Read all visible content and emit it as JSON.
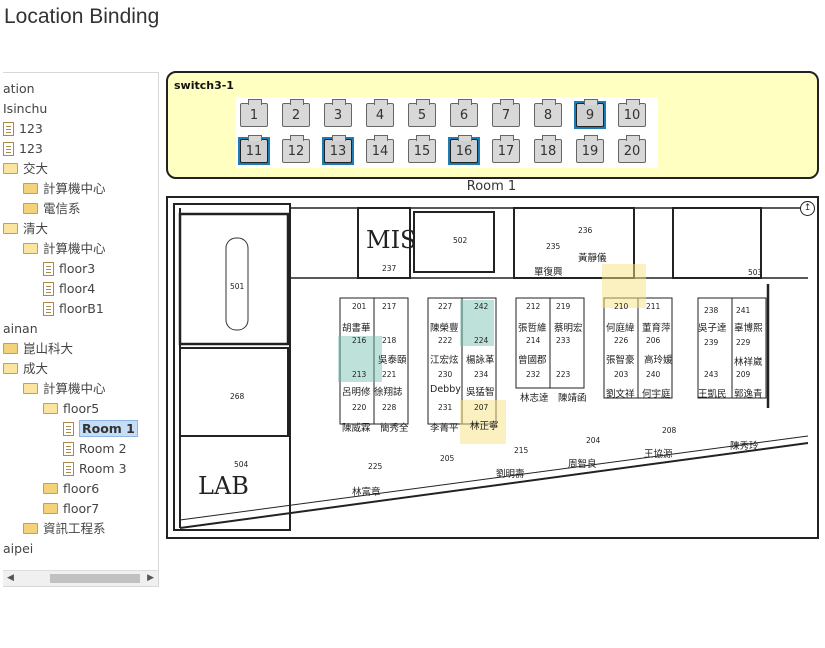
{
  "page": {
    "title": "Location Binding"
  },
  "tree": {
    "nodes": [
      {
        "label": "ation",
        "icon": "none",
        "level": 0
      },
      {
        "label": "Isinchu",
        "icon": "none",
        "level": 0
      },
      {
        "label": "123",
        "icon": "doc",
        "level": 0
      },
      {
        "label": "123",
        "icon": "doc",
        "level": 0
      },
      {
        "label": "交大",
        "icon": "folder-open",
        "level": 0
      },
      {
        "label": "計算機中心",
        "icon": "folder",
        "level": 1
      },
      {
        "label": "電信系",
        "icon": "folder",
        "level": 1
      },
      {
        "label": "清大",
        "icon": "folder-open",
        "level": 0
      },
      {
        "label": "計算機中心",
        "icon": "folder-open",
        "level": 1
      },
      {
        "label": "floor3",
        "icon": "doc",
        "level": 2
      },
      {
        "label": "floor4",
        "icon": "doc",
        "level": 2
      },
      {
        "label": "floorB1",
        "icon": "doc",
        "level": 2
      },
      {
        "label": "ainan",
        "icon": "none",
        "level": 0
      },
      {
        "label": "崑山科大",
        "icon": "folder",
        "level": 0
      },
      {
        "label": "成大",
        "icon": "folder-open",
        "level": 0
      },
      {
        "label": "計算機中心",
        "icon": "folder-open",
        "level": 1
      },
      {
        "label": "floor5",
        "icon": "folder-open",
        "level": 2
      },
      {
        "label": "Room 1",
        "icon": "doc",
        "level": 3,
        "selected": true
      },
      {
        "label": "Room 2",
        "icon": "doc",
        "level": 3
      },
      {
        "label": "Room 3",
        "icon": "doc",
        "level": 3
      },
      {
        "label": "floor6",
        "icon": "folder",
        "level": 2
      },
      {
        "label": "floor7",
        "icon": "folder",
        "level": 2
      },
      {
        "label": "資訊工程系",
        "icon": "folder",
        "level": 1
      },
      {
        "label": "aipei",
        "icon": "none",
        "level": 0
      }
    ]
  },
  "switch": {
    "name": "switch3-1",
    "ports": [
      {
        "n": "1",
        "active": false
      },
      {
        "n": "2",
        "active": false
      },
      {
        "n": "3",
        "active": false
      },
      {
        "n": "4",
        "active": false
      },
      {
        "n": "5",
        "active": false
      },
      {
        "n": "6",
        "active": false
      },
      {
        "n": "7",
        "active": false
      },
      {
        "n": "8",
        "active": false
      },
      {
        "n": "9",
        "active": true
      },
      {
        "n": "10",
        "active": false
      },
      {
        "n": "11",
        "active": true
      },
      {
        "n": "12",
        "active": false
      },
      {
        "n": "13",
        "active": true
      },
      {
        "n": "14",
        "active": false
      },
      {
        "n": "15",
        "active": false
      },
      {
        "n": "16",
        "active": true
      },
      {
        "n": "17",
        "active": false
      },
      {
        "n": "18",
        "active": false
      },
      {
        "n": "19",
        "active": false
      },
      {
        "n": "20",
        "active": false
      }
    ]
  },
  "room": {
    "title": "Room 1"
  },
  "floorplan": {
    "big_labels": [
      "MIS",
      "LAB"
    ],
    "room_numbers": [
      "501",
      "237",
      "502",
      "235",
      "236",
      "503",
      "268",
      "504",
      "201",
      "217",
      "227",
      "242",
      "212",
      "219",
      "210",
      "211",
      "238",
      "241",
      "216",
      "218",
      "222",
      "224",
      "214",
      "233",
      "226",
      "206",
      "239",
      "229",
      "213",
      "221",
      "230",
      "234",
      "232",
      "223",
      "203",
      "240",
      "243",
      "209",
      "220",
      "228",
      "231",
      "207",
      "225",
      "205",
      "215",
      "204",
      "208"
    ],
    "names": [
      "胡書華",
      "陳榮豐",
      "張哲維",
      "蔡明宏",
      "何庭緯",
      "董育萍",
      "吳子達",
      "辜博熙",
      "吳泰頤",
      "江宏炫",
      "楊詠革",
      "曾國郡",
      "張智豪",
      "高玲媛",
      "林祥崴",
      "呂明修",
      "徐翔誌",
      "Debby",
      "吳猛智",
      "林志達",
      "陳靖函",
      "劉文祥",
      "何宇庭",
      "王凱民",
      "郭逸青",
      "陳威霖",
      "簡秀全",
      "李菁平",
      "林正寧",
      "林富章",
      "劉明壽",
      "周智良",
      "王協源",
      "陳秀玲",
      "黃靜儀",
      "單復興"
    ]
  }
}
